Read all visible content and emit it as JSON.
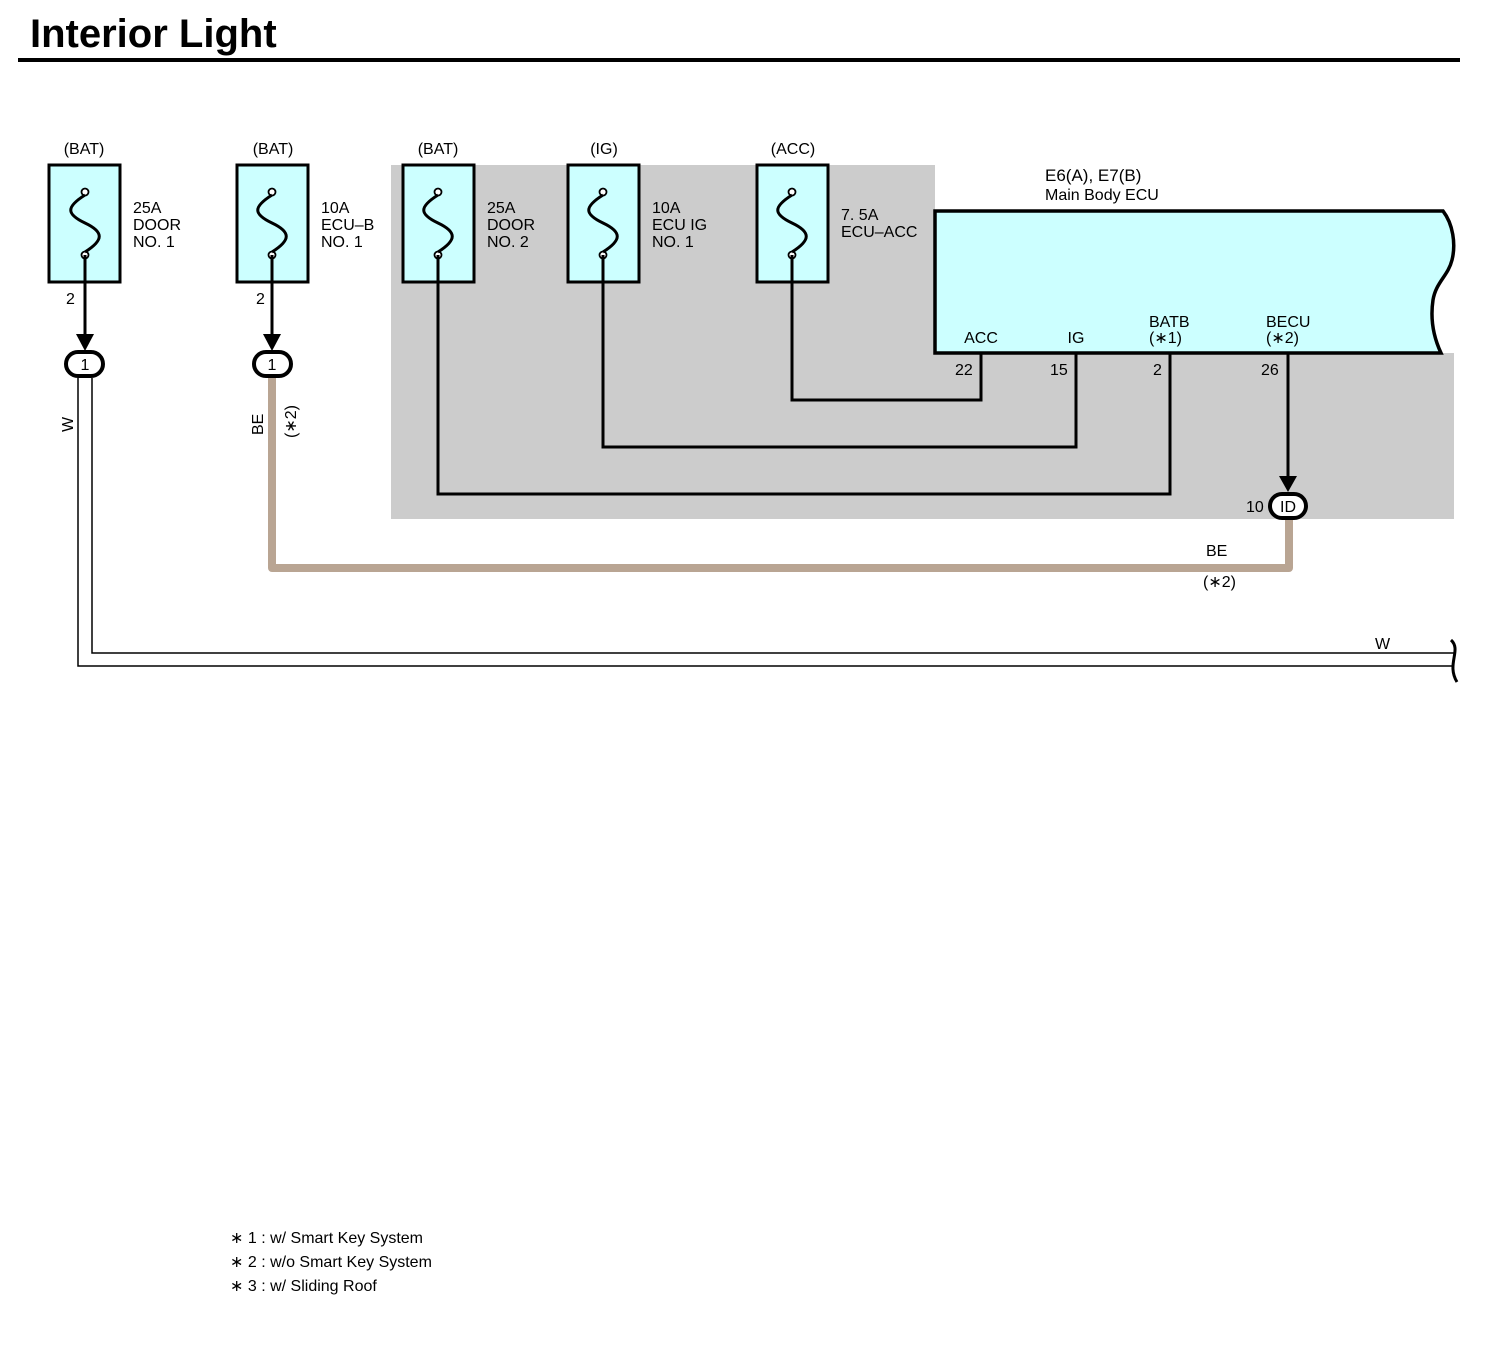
{
  "title": "Interior Light",
  "colors": {
    "fuse_fill": "#ccffff",
    "ecu_fill": "#ccffff",
    "shaded_area": "#cccccc",
    "be_wire": "#b9a593",
    "line": "#000000"
  },
  "fuses": [
    {
      "source": "(BAT)",
      "amps": "25A",
      "name1": "DOOR",
      "name2": "NO. 1",
      "pin": "2"
    },
    {
      "source": "(BAT)",
      "amps": "10A",
      "name1": "ECU–B",
      "name2": "NO. 1",
      "pin": "2"
    },
    {
      "source": "(BAT)",
      "amps": "25A",
      "name1": "DOOR",
      "name2": "NO. 2"
    },
    {
      "source": "(IG)",
      "amps": "10A",
      "name1": "ECU IG",
      "name2": "NO. 1"
    },
    {
      "source": "(ACC)",
      "amps": "7. 5A",
      "name1": "ECU–ACC"
    }
  ],
  "junction_connectors": [
    {
      "label": "1"
    },
    {
      "label": "1"
    },
    {
      "label": "ID",
      "pin": "10"
    }
  ],
  "ecu": {
    "code": "E6(A), E7(B)",
    "name": "Main Body ECU",
    "terminals": [
      {
        "name": "ACC",
        "note": "",
        "pin": "22"
      },
      {
        "name": "IG",
        "note": "",
        "pin": "15"
      },
      {
        "name": "BATB",
        "note": "(∗1)",
        "pin": "2"
      },
      {
        "name": "BECU",
        "note": "(∗2)",
        "pin": "26"
      }
    ]
  },
  "wires": {
    "w_label": "W",
    "be_label": "BE",
    "be_note": "(∗2)"
  },
  "notes": [
    "∗ 1 : w/ Smart Key System",
    "∗ 2 : w/o Smart Key System",
    "∗ 3 : w/ Sliding Roof"
  ]
}
